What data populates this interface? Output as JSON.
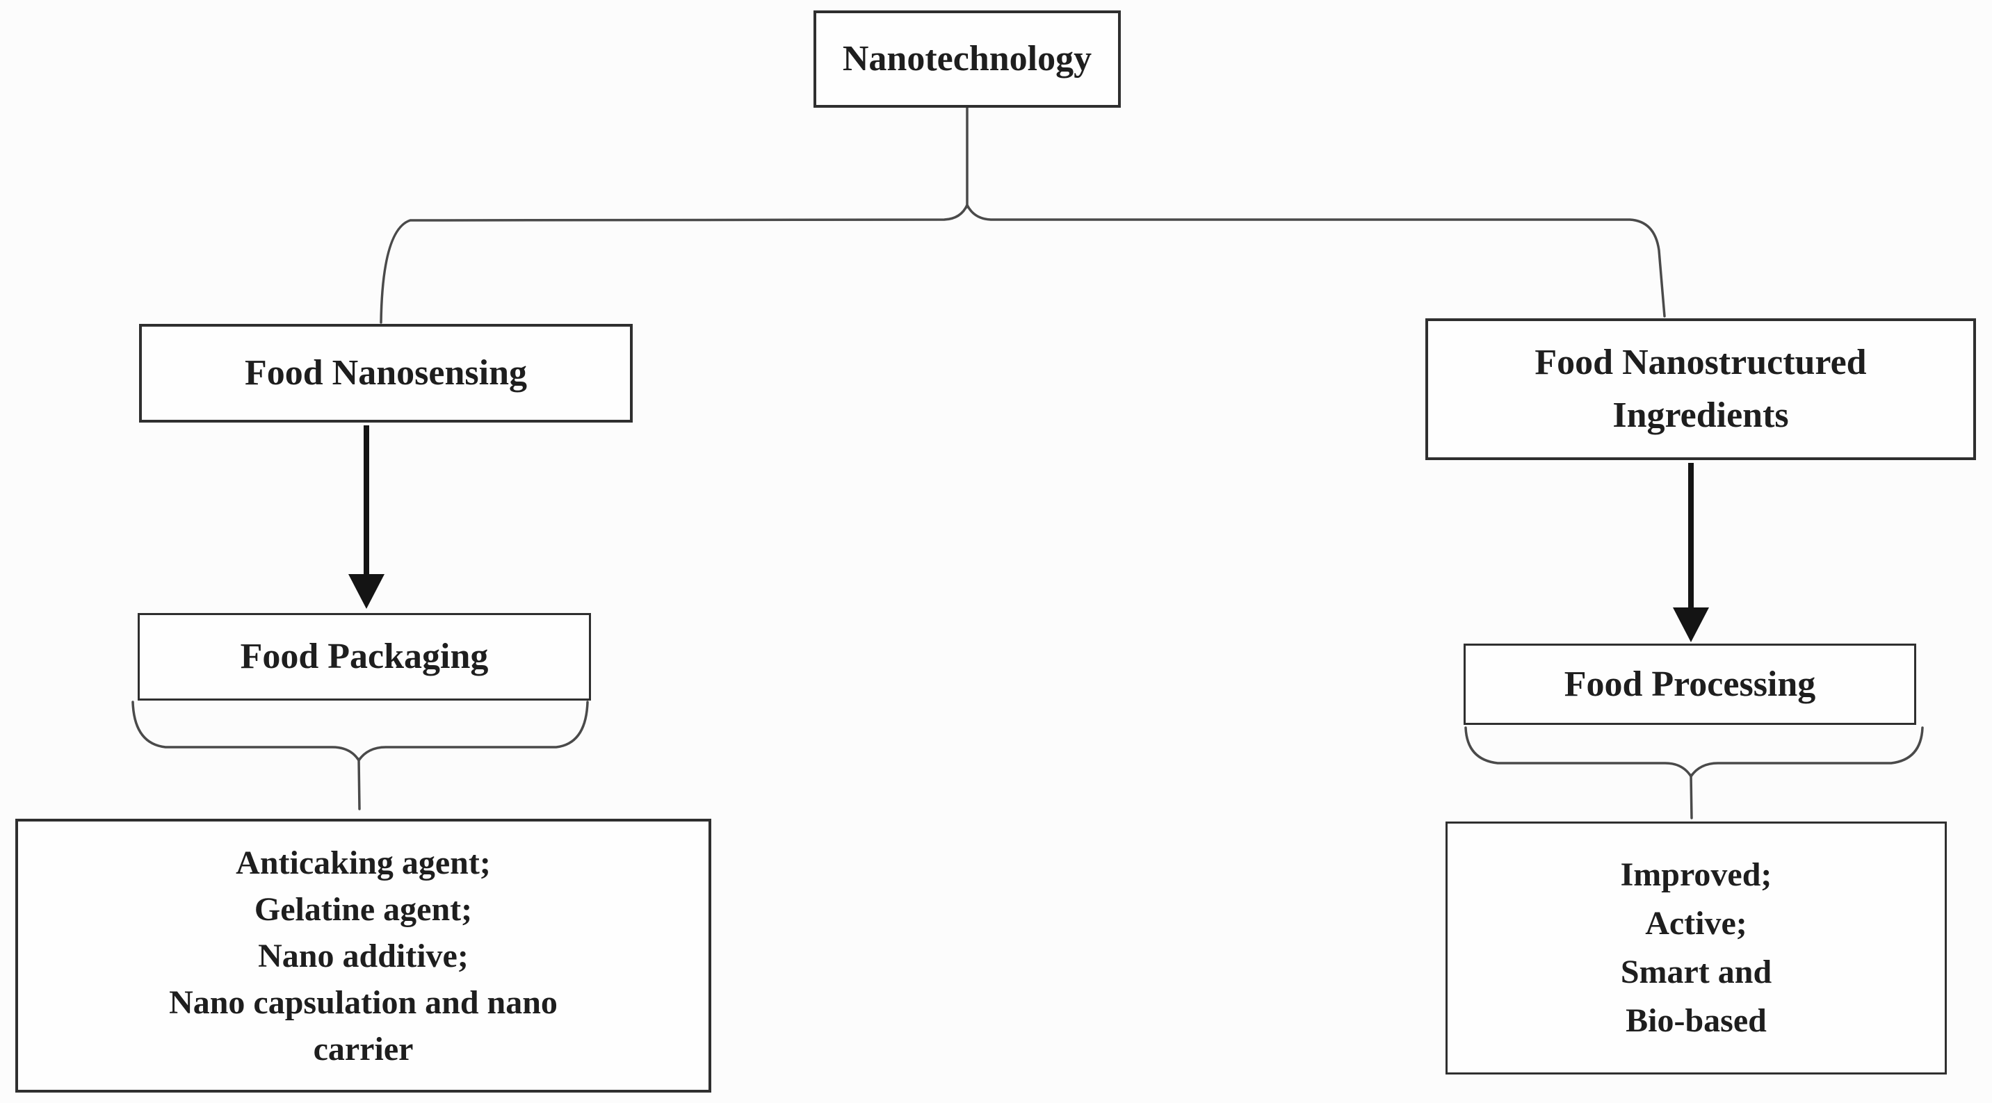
{
  "diagram": {
    "title_box": {
      "label": "Nanotechnology"
    },
    "left_branch": {
      "level1_label": "Food Nanosensing",
      "level2_label": "Food Packaging",
      "leaf_lines": [
        "Anticaking agent;",
        "Gelatine agent;",
        "Nano additive;",
        "Nano capsulation and nano",
        "carrier"
      ]
    },
    "right_branch": {
      "level1_lines": [
        "Food Nanostructured",
        "Ingredients"
      ],
      "level2_label": "Food Processing",
      "leaf_lines": [
        "Improved;",
        "Active;",
        "Smart and",
        "Bio-based"
      ]
    },
    "colors": {
      "box_border": "#2f2f2f",
      "connector": "#4a4a4a",
      "arrow": "#141414",
      "text": "#1e1e1e",
      "background": "#fcfcfc"
    }
  }
}
